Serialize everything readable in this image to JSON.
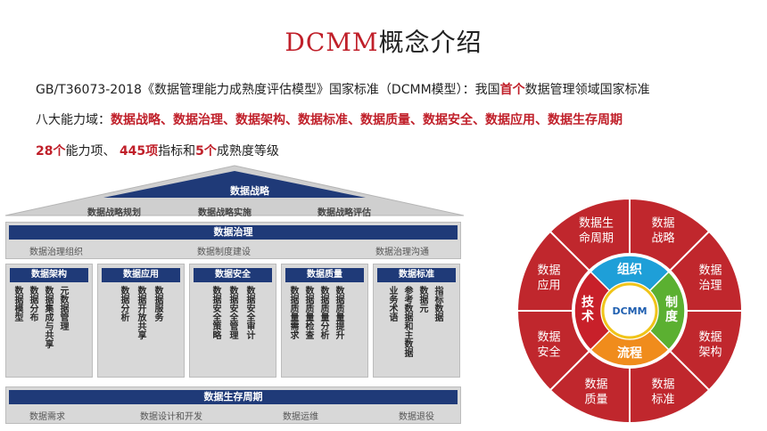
{
  "title": {
    "en": "DCMM",
    "zh": "概念介绍"
  },
  "intro": {
    "line1_a": "GB/T36073-2018《数据管理能力成熟度评估模型》国家标准（DCMM模型）：我国",
    "line1_b": "首个",
    "line1_c": "数据管理领域国家标准",
    "line2_a": "八大能力域：",
    "line2_b": "数据战略、数据治理、数据架构、数据标准、数据质量、数据安全、数据应用、数据生存周期",
    "line3_a": "28个",
    "line3_b": "能力项、 ",
    "line3_c": "445项",
    "line3_d": "指标和",
    "line3_e": "5个",
    "line3_f": "成熟度等级"
  },
  "house": {
    "roof_title": "数据战略",
    "roof_items": [
      "数据战略规划",
      "数据战略实施",
      "数据战略评估"
    ],
    "governance": {
      "title": "数据治理",
      "items": [
        "数据治理组织",
        "数据制度建设",
        "数据治理沟通"
      ]
    },
    "columns": [
      {
        "title": "数据架构",
        "items": [
          "数据模型",
          "数据分布",
          "数据集成与共享",
          "元数据管理"
        ]
      },
      {
        "title": "数据应用",
        "items": [
          "数据分析",
          "数据开放共享",
          "数据服务"
        ]
      },
      {
        "title": "数据安全",
        "items": [
          "数据安全策略",
          "数据安全管理",
          "数据安全审计"
        ]
      },
      {
        "title": "数据质量",
        "items": [
          "数据质量需求",
          "数据质量检查",
          "数据质量分析",
          "数据质量提升"
        ]
      },
      {
        "title": "数据标准",
        "items": [
          "业务术语",
          "参考数据和主数据",
          "数据元",
          "指标数据"
        ]
      }
    ],
    "lifecycle": {
      "title": "数据生存周期",
      "items": [
        "数据需求",
        "数据设计和开发",
        "数据运维",
        "数据退役"
      ]
    }
  },
  "wheel": {
    "center": "DCMM",
    "inner": [
      {
        "label": "组织",
        "color": "#1e9fd8"
      },
      {
        "label": "制度",
        "color": "#5bb031"
      },
      {
        "label": "流程",
        "color": "#f08c1c"
      },
      {
        "label": "技术",
        "color": "#c8202a"
      }
    ],
    "outer_color": "#c0272d",
    "outer": [
      {
        "l1": "数据",
        "l2": "战略"
      },
      {
        "l1": "数据",
        "l2": "治理"
      },
      {
        "l1": "数据",
        "l2": "架构"
      },
      {
        "l1": "数据",
        "l2": "标准"
      },
      {
        "l1": "数据",
        "l2": "质量"
      },
      {
        "l1": "数据",
        "l2": "安全"
      },
      {
        "l1": "数据",
        "l2": "应用"
      },
      {
        "l1": "数据生",
        "l2": "命周期"
      }
    ]
  }
}
